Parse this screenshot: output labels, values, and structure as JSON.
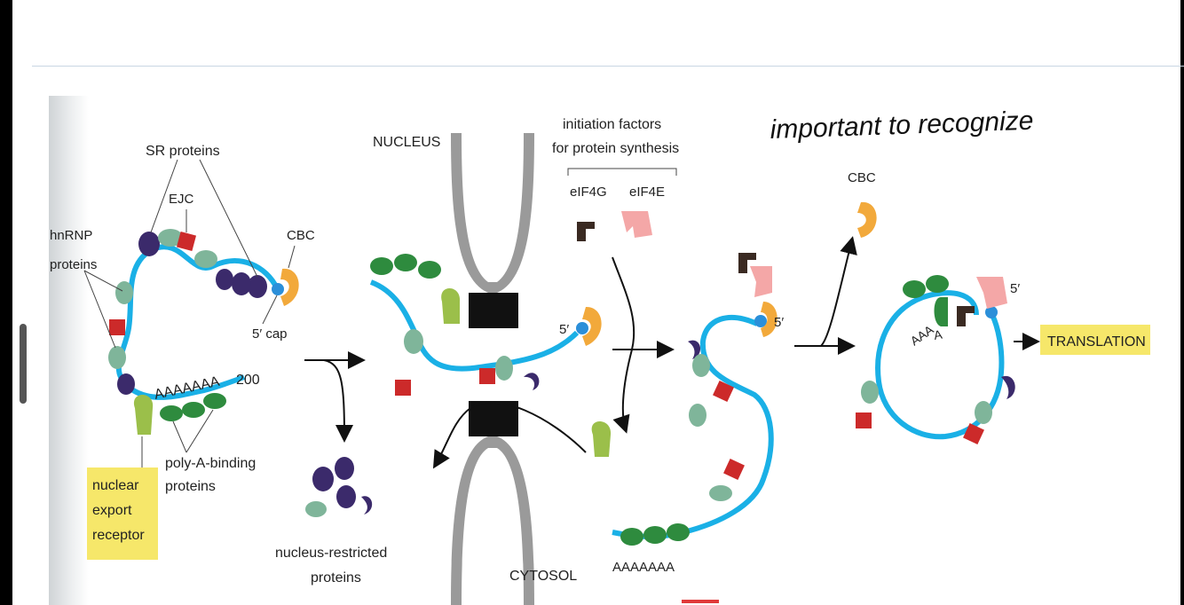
{
  "handwritten_note": "important to recognize",
  "top_partial_text": "",
  "diagram": {
    "labels": {
      "hnrnp_proteins_1": "hnRNP",
      "hnrnp_proteins_2": "proteins",
      "sr_proteins": "SR proteins",
      "ejc": "EJC",
      "cbc_1": "CBC",
      "five_cap": "5′ cap",
      "polya_1": "AAAAAAA",
      "num_200": "200",
      "polya_binding_1": "poly-A-binding",
      "polya_binding_2": "proteins",
      "nuclear_export_1": "nuclear",
      "nuclear_export_2": "export",
      "nuclear_export_3": "receptor",
      "nucleus": "NUCLEUS",
      "cytosol": "CYTOSOL",
      "nucleus_restricted_1": "nucleus-restricted",
      "nucleus_restricted_2": "proteins",
      "initiation_1": "initiation factors",
      "initiation_2": "for protein synthesis",
      "eif4g": "eIF4G",
      "eif4e": "eIF4E",
      "five_prime_a": "5′",
      "five_prime_b": "5′",
      "five_prime_c": "5′",
      "polya_2": "AAAAAAA",
      "cbc_2": "CBC",
      "aaa_circle": "AAA",
      "a_circle": "A",
      "translation": "TRANSLATION"
    },
    "colors": {
      "mrna": "#1ab0e6",
      "sr_protein": "#3b2a6b",
      "ejc": "#cc2a2a",
      "hnrnp": "#7fb59a",
      "cbc": "#f2a93b",
      "cap": "#2b8fd9",
      "polya_binding": "#2e8b3e",
      "export_receptor": "#9bbf4a",
      "eif4g": "#3a2a22",
      "eif4e": "#f4a7a7",
      "highlight": "#f6e76a",
      "pore_gray": "#9a9a9a"
    }
  }
}
